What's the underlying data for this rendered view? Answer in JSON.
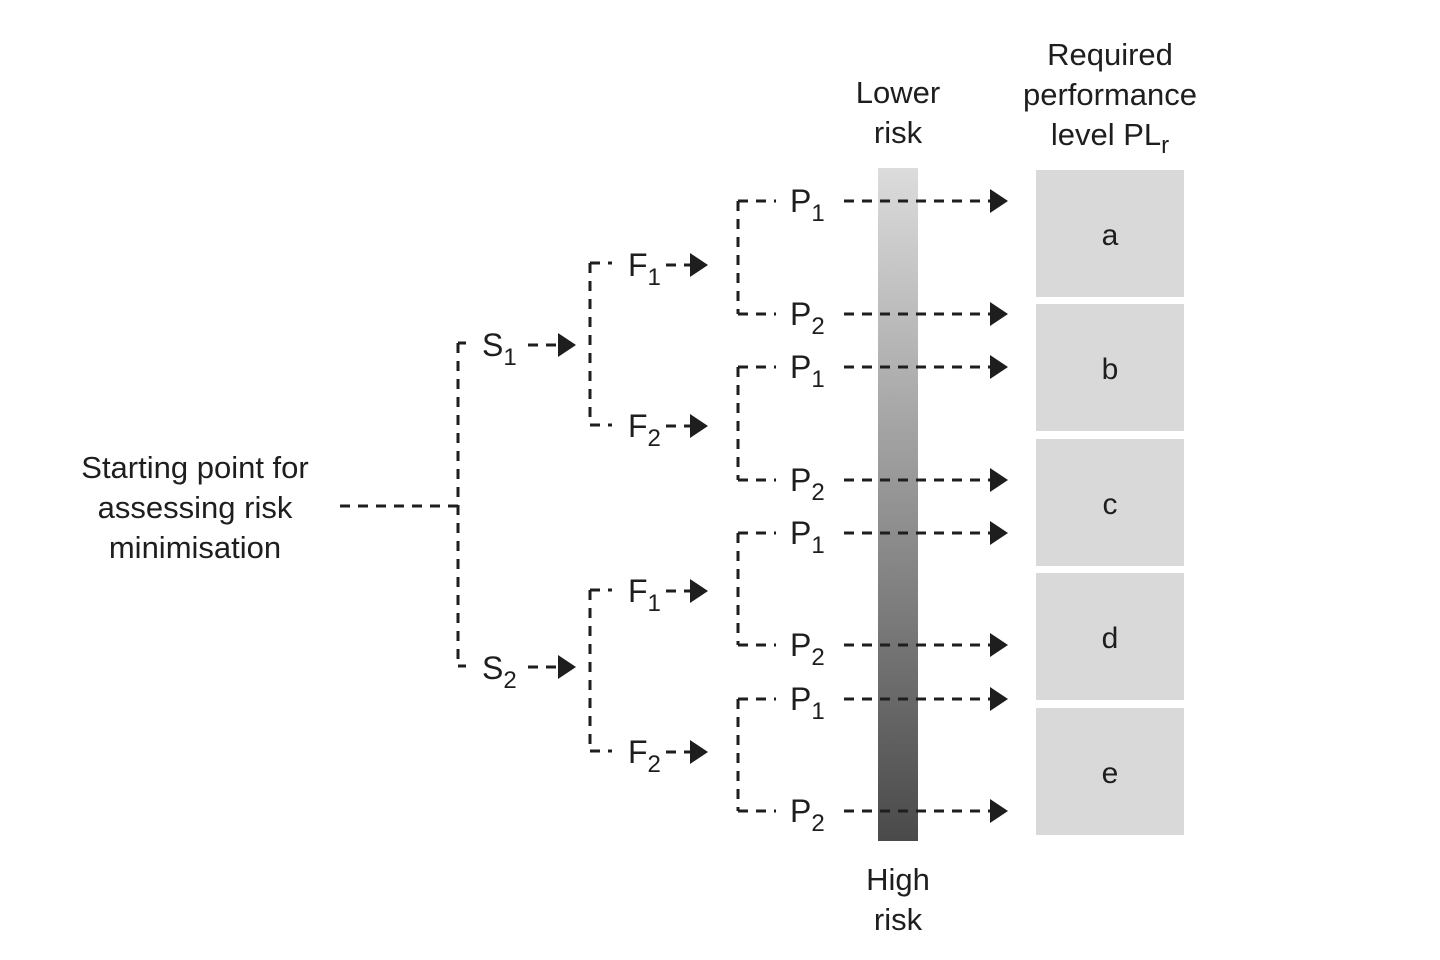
{
  "start": {
    "lines": [
      "Starting point for",
      "assessing risk",
      "minimisation"
    ]
  },
  "severity": [
    {
      "letter": "S",
      "index": "1"
    },
    {
      "letter": "S",
      "index": "2"
    }
  ],
  "frequency": [
    {
      "letter": "F",
      "index": "1"
    },
    {
      "letter": "F",
      "index": "2"
    },
    {
      "letter": "F",
      "index": "1"
    },
    {
      "letter": "F",
      "index": "2"
    }
  ],
  "possibility": [
    {
      "letter": "P",
      "index": "1"
    },
    {
      "letter": "P",
      "index": "2"
    },
    {
      "letter": "P",
      "index": "1"
    },
    {
      "letter": "P",
      "index": "2"
    },
    {
      "letter": "P",
      "index": "1"
    },
    {
      "letter": "P",
      "index": "2"
    },
    {
      "letter": "P",
      "index": "1"
    },
    {
      "letter": "P",
      "index": "2"
    }
  ],
  "risk_scale": {
    "top_lines": [
      "Lower",
      "risk"
    ],
    "bottom_lines": [
      "High",
      "risk"
    ],
    "gradient_from": "#dcdcdc",
    "gradient_to": "#4a4a4a"
  },
  "performance_level": {
    "header_lines": [
      "Required",
      "performance",
      "level PL"
    ],
    "header_subscript": "r",
    "levels": [
      "a",
      "b",
      "c",
      "d",
      "e"
    ],
    "box_color": "#d9d9d9"
  }
}
